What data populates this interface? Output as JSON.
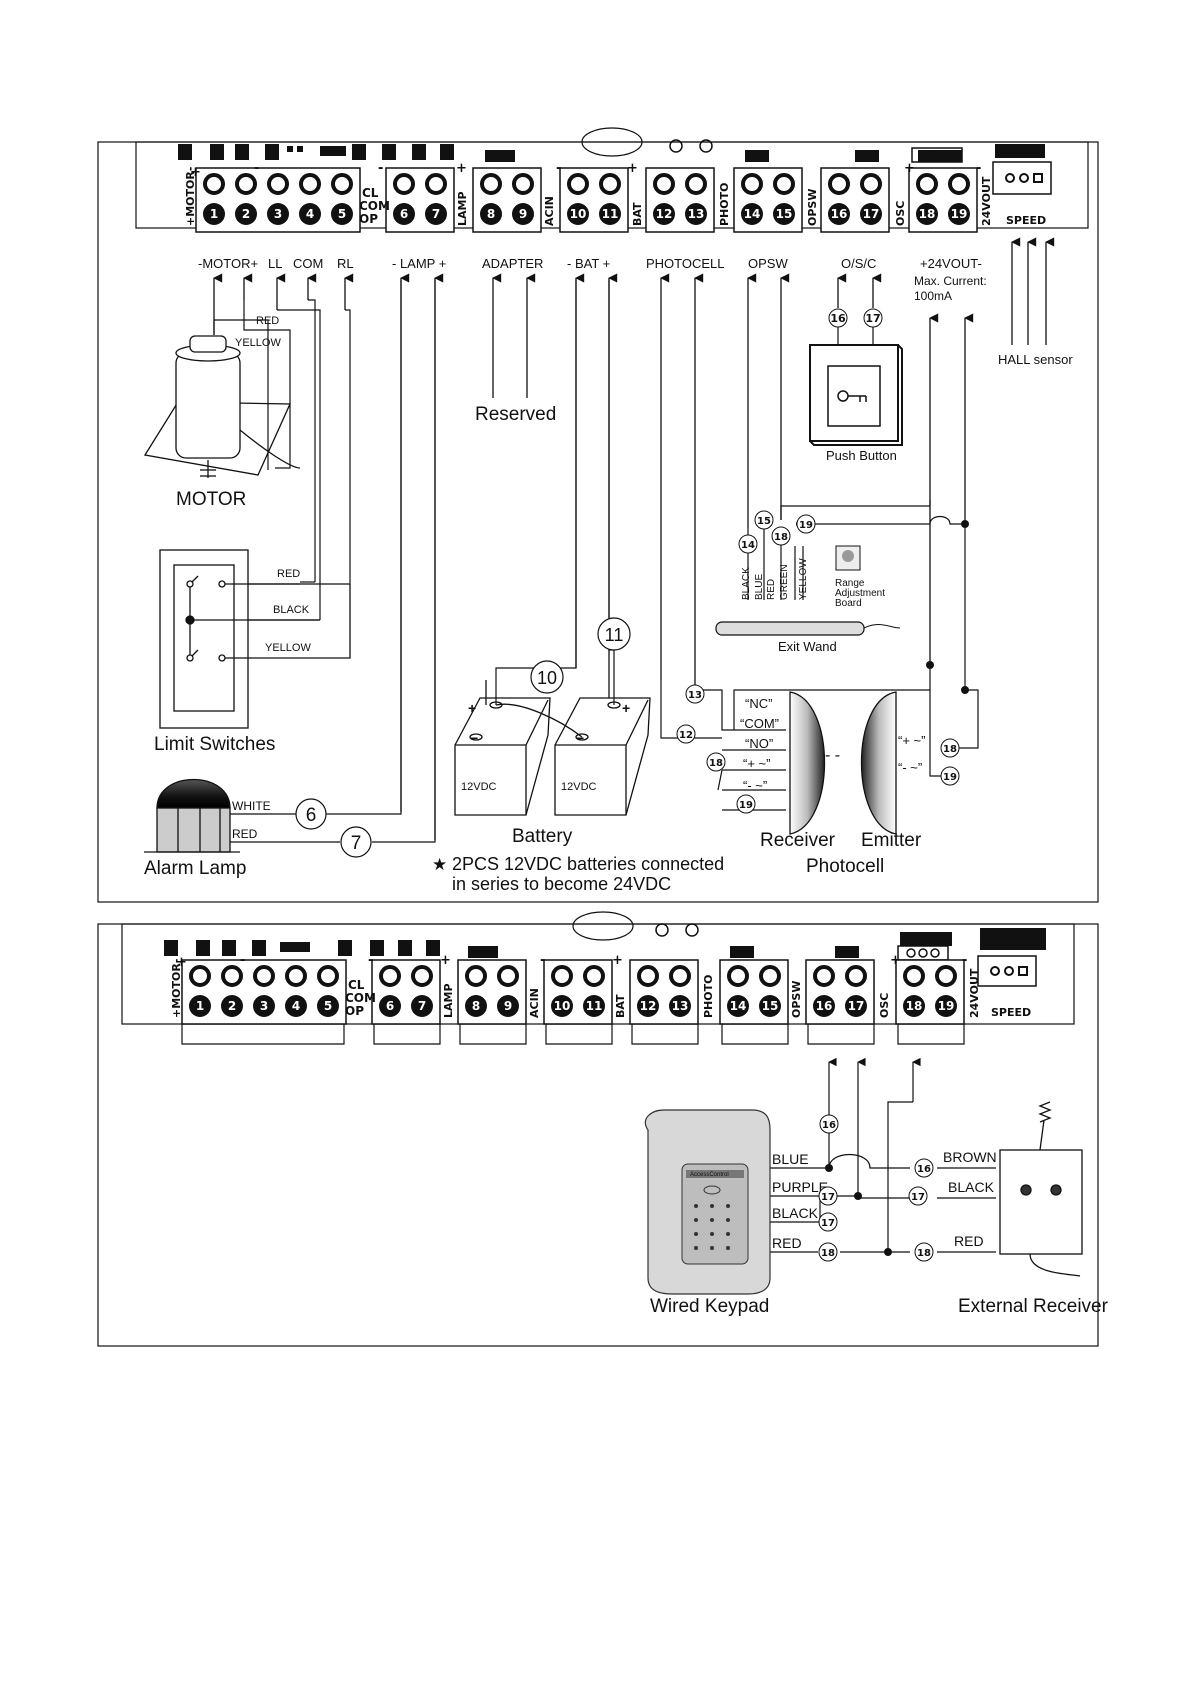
{
  "terminal_block": {
    "numbers": [
      "1",
      "2",
      "3",
      "4",
      "5",
      "6",
      "7",
      "8",
      "9",
      "10",
      "11",
      "12",
      "13",
      "14",
      "15",
      "16",
      "17",
      "18",
      "19"
    ],
    "side_labels": {
      "motor": "+MOTOR-",
      "cl": "CL",
      "com": "COM",
      "op": "OP",
      "lamp": "LAMP",
      "acin": "ACIN",
      "bat": "BAT",
      "photo": "PHOTO",
      "opsw": "OPSW",
      "osc": "OSC",
      "out24": "24VOUT",
      "speed": "SPEED",
      "plus": "+",
      "minus": "-"
    }
  },
  "top_panel": {
    "headers": {
      "motor": "-MOTOR+",
      "ll": "LL",
      "com": "COM",
      "rl": "RL",
      "lamp": "- LAMP +",
      "adapter": "ADAPTER",
      "bat": "-  BAT  +",
      "photocell": "PHOTOCELL",
      "opsw": "OPSW",
      "osc": "O/S/C",
      "out24": "+24VOUT-",
      "max_current": "Max. Current:",
      "current_value": "100mA",
      "hall": "HALL sensor"
    },
    "motor": {
      "label": "MOTOR",
      "wire_red": "RED",
      "wire_yellow": "YELLOW"
    },
    "reserved": "Reserved",
    "push_button": "Push Button",
    "limit_switches": {
      "label": "Limit Switches",
      "red": "RED",
      "black": "BLACK",
      "yellow": "YELLOW"
    },
    "alarm_lamp": {
      "label": "Alarm Lamp",
      "white": "WHITE",
      "red": "RED",
      "n6": "6",
      "n7": "7"
    },
    "battery": {
      "label": "Battery",
      "cell": "12VDC",
      "n10": "10",
      "n11": "11",
      "note1": "2PCS 12VDC batteries connected",
      "note2": "in series to become 24VDC",
      "star": "★"
    },
    "exit_wand": {
      "label": "Exit Wand",
      "range_board_1": "Range",
      "range_board_2": "Adjustment",
      "range_board_3": "Board",
      "wires": [
        "BLACK",
        "BLUE",
        "RED",
        "GREEN",
        "YELLOW"
      ]
    },
    "photocell": {
      "label": "Photocell",
      "receiver": "Receiver",
      "emitter": "Emitter",
      "nc": "“NC”",
      "com": "“COM”",
      "no": "“NO”",
      "plus": "“+ ~”",
      "minus": "“- ~”"
    },
    "ref": {
      "r12": "12",
      "r13": "13",
      "r14": "14",
      "r15": "15",
      "r16": "16",
      "r17": "17",
      "r18": "18",
      "r19": "19"
    }
  },
  "bottom_panel": {
    "keypad": {
      "label": "Wired Keypad",
      "brand": "AccessControl",
      "blue": "BLUE",
      "purple": "PURPLE",
      "black": "BLACK",
      "red": "RED"
    },
    "receiver": {
      "label": "External Receiver",
      "brown": "BROWN",
      "black": "BLACK",
      "red": "RED"
    },
    "ref": {
      "r16": "16",
      "r17": "17",
      "r18": "18"
    }
  },
  "colors": {
    "line": "#111111",
    "background": "#ffffff"
  }
}
